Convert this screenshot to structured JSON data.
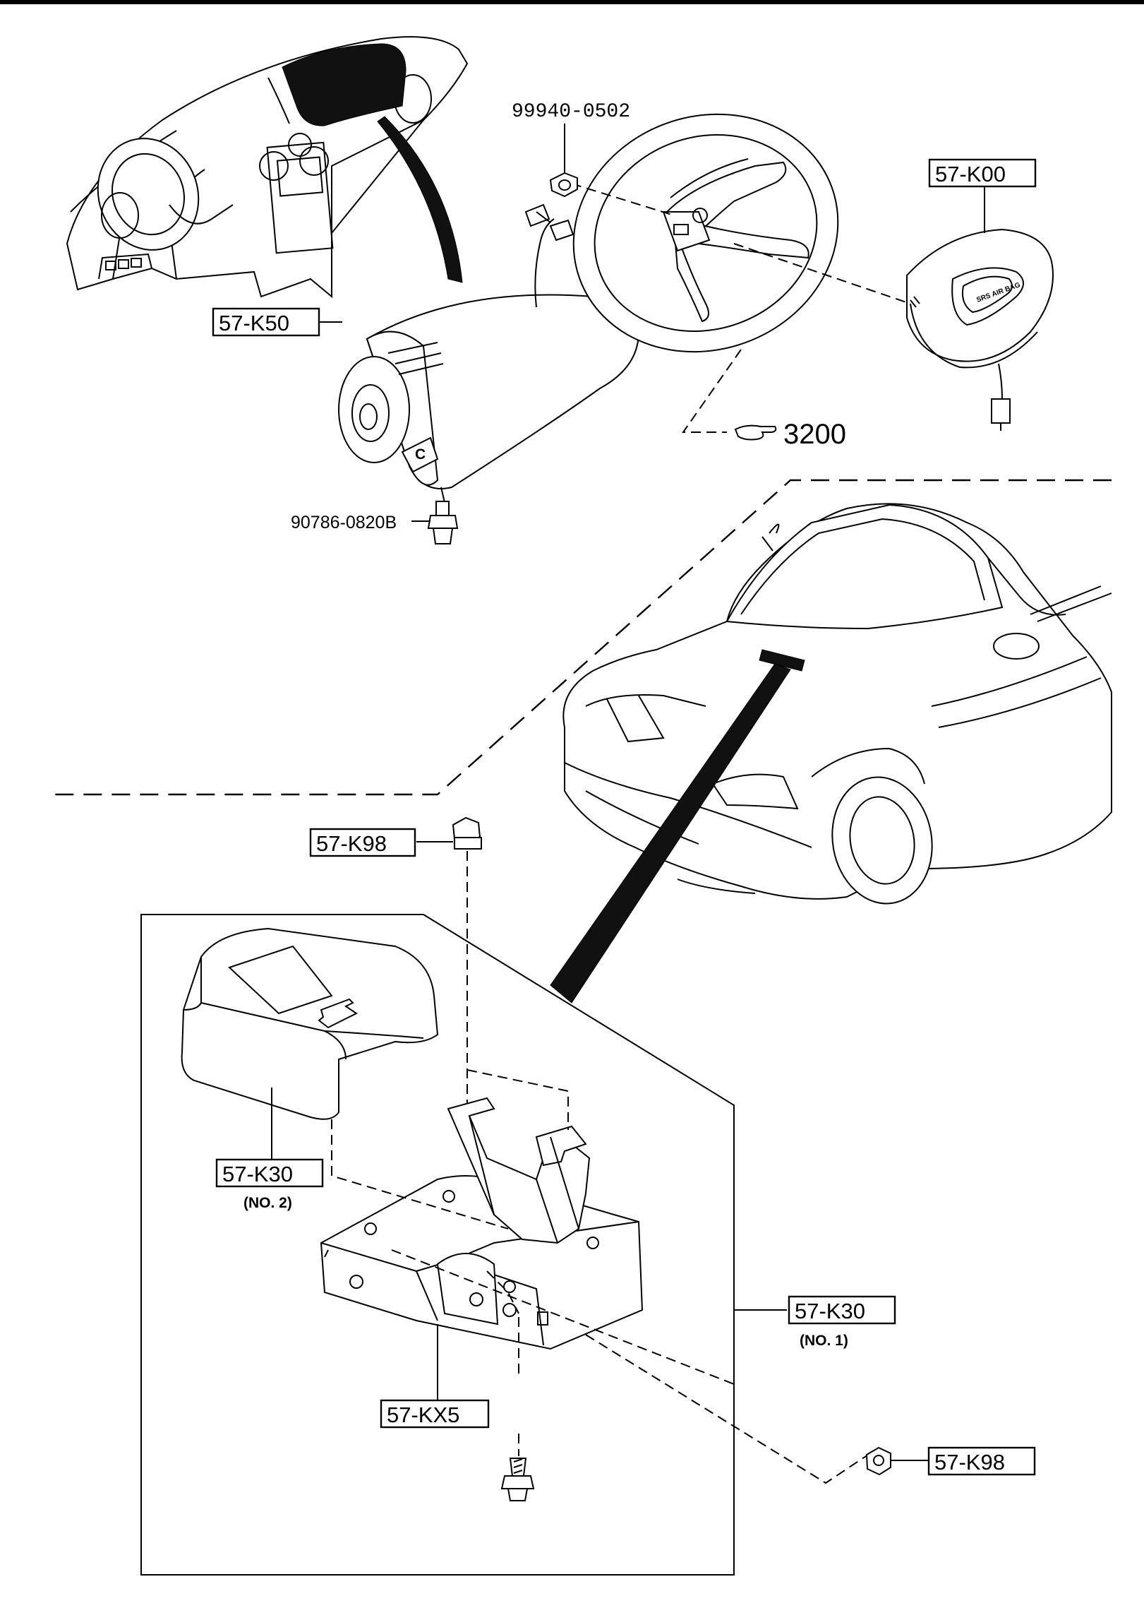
{
  "callouts": {
    "nut_top": "99940-0502",
    "driver_airbag": "57-K00",
    "passenger_airbag": "57-K50",
    "bolt_left": "90786-0820B",
    "steering_ref": "3200",
    "nut_upper": "57-K98",
    "sensor_no2": "57-K30",
    "sensor_no2_note": "(NO. 2)",
    "sensor_no1": "57-K30",
    "sensor_no1_note": "(NO. 1)",
    "bracket": "57-KX5",
    "nut_lower": "57-K98"
  },
  "colors": {
    "line": "#000000",
    "background": "#ffffff"
  },
  "icons": {
    "steering_ref": "pointing-hand-icon"
  }
}
